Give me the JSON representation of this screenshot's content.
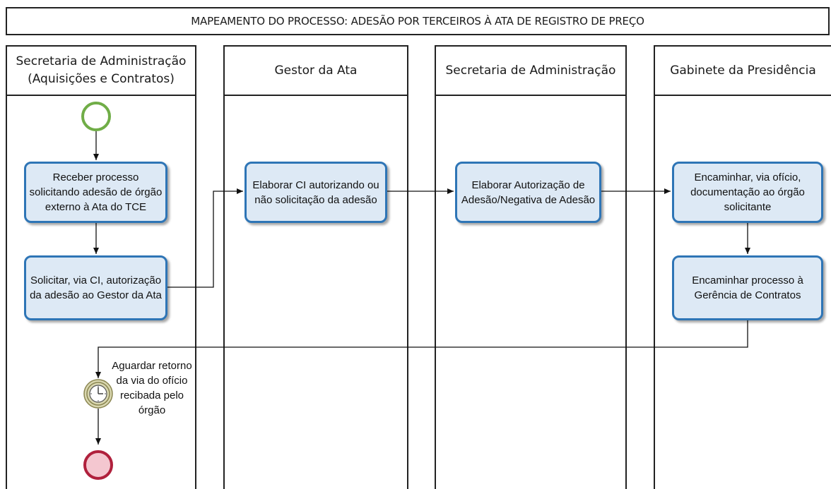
{
  "title": "MAPEAMENTO DO PROCESSO: ADESÃO POR TERCEIROS À ATA DE REGISTRO DE PREÇO",
  "lanes": [
    {
      "label": "Secretaria de Administração (Aquisições e Contratos)"
    },
    {
      "label": "Gestor da Ata"
    },
    {
      "label": "Secretaria de Administração"
    },
    {
      "label": "Gabinete da Presidência"
    }
  ],
  "tasks": {
    "receber": "Receber processo solicitando adesão de órgão externo à Ata do TCE",
    "solicitar": "Solicitar, via CI, autorização da adesão ao Gestor da Ata",
    "elaborar_ci": "Elaborar CI autorizando ou não solicitação da adesão",
    "elaborar_autorizacao": "Elaborar Autorização de Adesão/Negativa de Adesão",
    "encaminhar_oficio": "Encaminhar, via ofício, documentação ao órgão solicitante",
    "encaminhar_processo": "Encaminhar processo à Gerência de Contratos"
  },
  "timer_label": "Aguardar retorno da via do ofício recibada pelo órgão",
  "colors": {
    "task_fill": "#dde9f5",
    "task_border": "#2e75b6",
    "start_fill": "#ffffff",
    "start_stroke": "#70ad47",
    "end_fill": "#f4c7d0",
    "end_stroke": "#b0203c",
    "timer_fill": "#d9d7b0",
    "timer_stroke": "#8a8550"
  },
  "icons": {
    "start": "start-event-circle",
    "end": "end-event-circle",
    "timer": "clock-icon"
  }
}
